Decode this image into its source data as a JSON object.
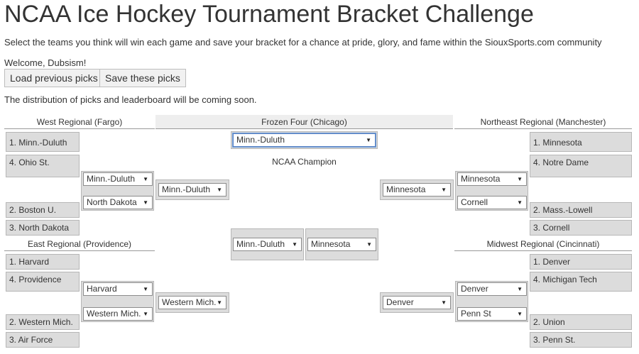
{
  "title": "NCAA Ice Hockey Tournament Bracket Challenge",
  "subtitle": "Select the teams you think will win each game and save your bracket for a chance at pride, glory, and fame within the SiouxSports.com community",
  "welcome": "Welcome, Dubsism!",
  "buttons": {
    "load": "Load previous picks",
    "save": "Save these picks"
  },
  "notice": "The distribution of picks and leaderboard will be coming soon.",
  "caret_glyph": "▼",
  "regions": {
    "west": {
      "name": "West Regional (Fargo)",
      "teams": [
        "1. Minn.-Duluth",
        "4. Ohio St.",
        "2. Boston U.",
        "3. North Dakota"
      ],
      "semi_picks": [
        "Minn.-Duluth",
        "North Dakota"
      ],
      "final_pick": "Minn.-Duluth"
    },
    "east": {
      "name": "East Regional (Providence)",
      "teams": [
        "1. Harvard",
        "4. Providence",
        "2. Western Mich.",
        "3. Air Force"
      ],
      "semi_picks": [
        "Harvard",
        "Western Mich."
      ],
      "final_pick": "Western Mich."
    },
    "northeast": {
      "name": "Northeast Regional (Manchester)",
      "teams": [
        "1. Minnesota",
        "4. Notre Dame",
        "2. Mass.-Lowell",
        "3. Cornell"
      ],
      "semi_picks": [
        "Minnesota",
        "Cornell"
      ],
      "final_pick": "Minnesota"
    },
    "midwest": {
      "name": "Midwest Regional (Cincinnati)",
      "teams": [
        "1. Denver",
        "4. Michigan Tech",
        "2. Union",
        "3. Penn St."
      ],
      "semi_picks": [
        "Denver",
        "Penn St"
      ],
      "final_pick": "Denver"
    }
  },
  "frozen_four": {
    "name": "Frozen Four (Chicago)",
    "champion_pick": "Minn.-Duluth",
    "champion_label": "NCAA Champion",
    "final_picks": [
      "Minn.-Duluth",
      "Minnesota"
    ]
  }
}
